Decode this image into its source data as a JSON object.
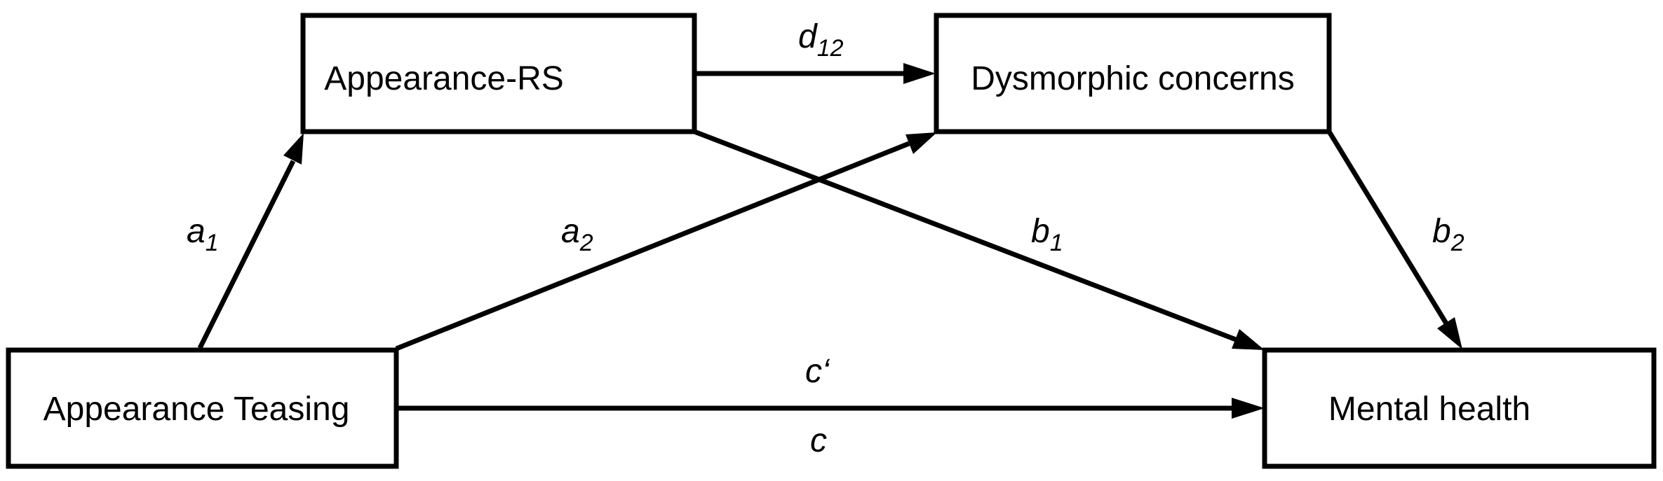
{
  "nodes": {
    "appearance_rs": "Appearance-RS",
    "dysmorphic_concerns": "Dysmorphic concerns",
    "appearance_teasing": "Appearance Teasing",
    "mental_health": "Mental health"
  },
  "paths": {
    "a1": {
      "main": "a",
      "sub": "1"
    },
    "a2": {
      "main": "a",
      "sub": "2"
    },
    "d12": {
      "main": "d",
      "sub": "12"
    },
    "b1": {
      "main": "b",
      "sub": "1"
    },
    "b2": {
      "main": "b",
      "sub": "2"
    },
    "c_prime": "c‘",
    "c": "c"
  }
}
